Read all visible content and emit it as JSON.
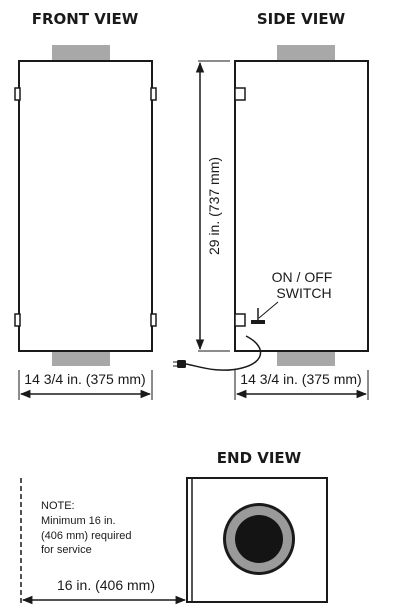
{
  "views": {
    "front": {
      "title": "FRONT VIEW",
      "width_label": "14 3/4 in. (375 mm)"
    },
    "side": {
      "title": "SIDE VIEW",
      "width_label": "14 3/4 in. (375 mm)",
      "height_label": "29 in. (737 mm)",
      "switch_label_line1": "ON / OFF",
      "switch_label_line2": "SWITCH"
    },
    "end": {
      "title": "END VIEW",
      "clearance_label": "16 in. (406 mm)",
      "note_lines": [
        "NOTE:",
        "Minimum 16 in.",
        "(406 mm) required",
        "for service"
      ]
    }
  },
  "colors": {
    "line": "#1a1a1a",
    "collar": "#a8a8a8",
    "port_ring": "#9a9a9a",
    "port_core": "#141414"
  }
}
